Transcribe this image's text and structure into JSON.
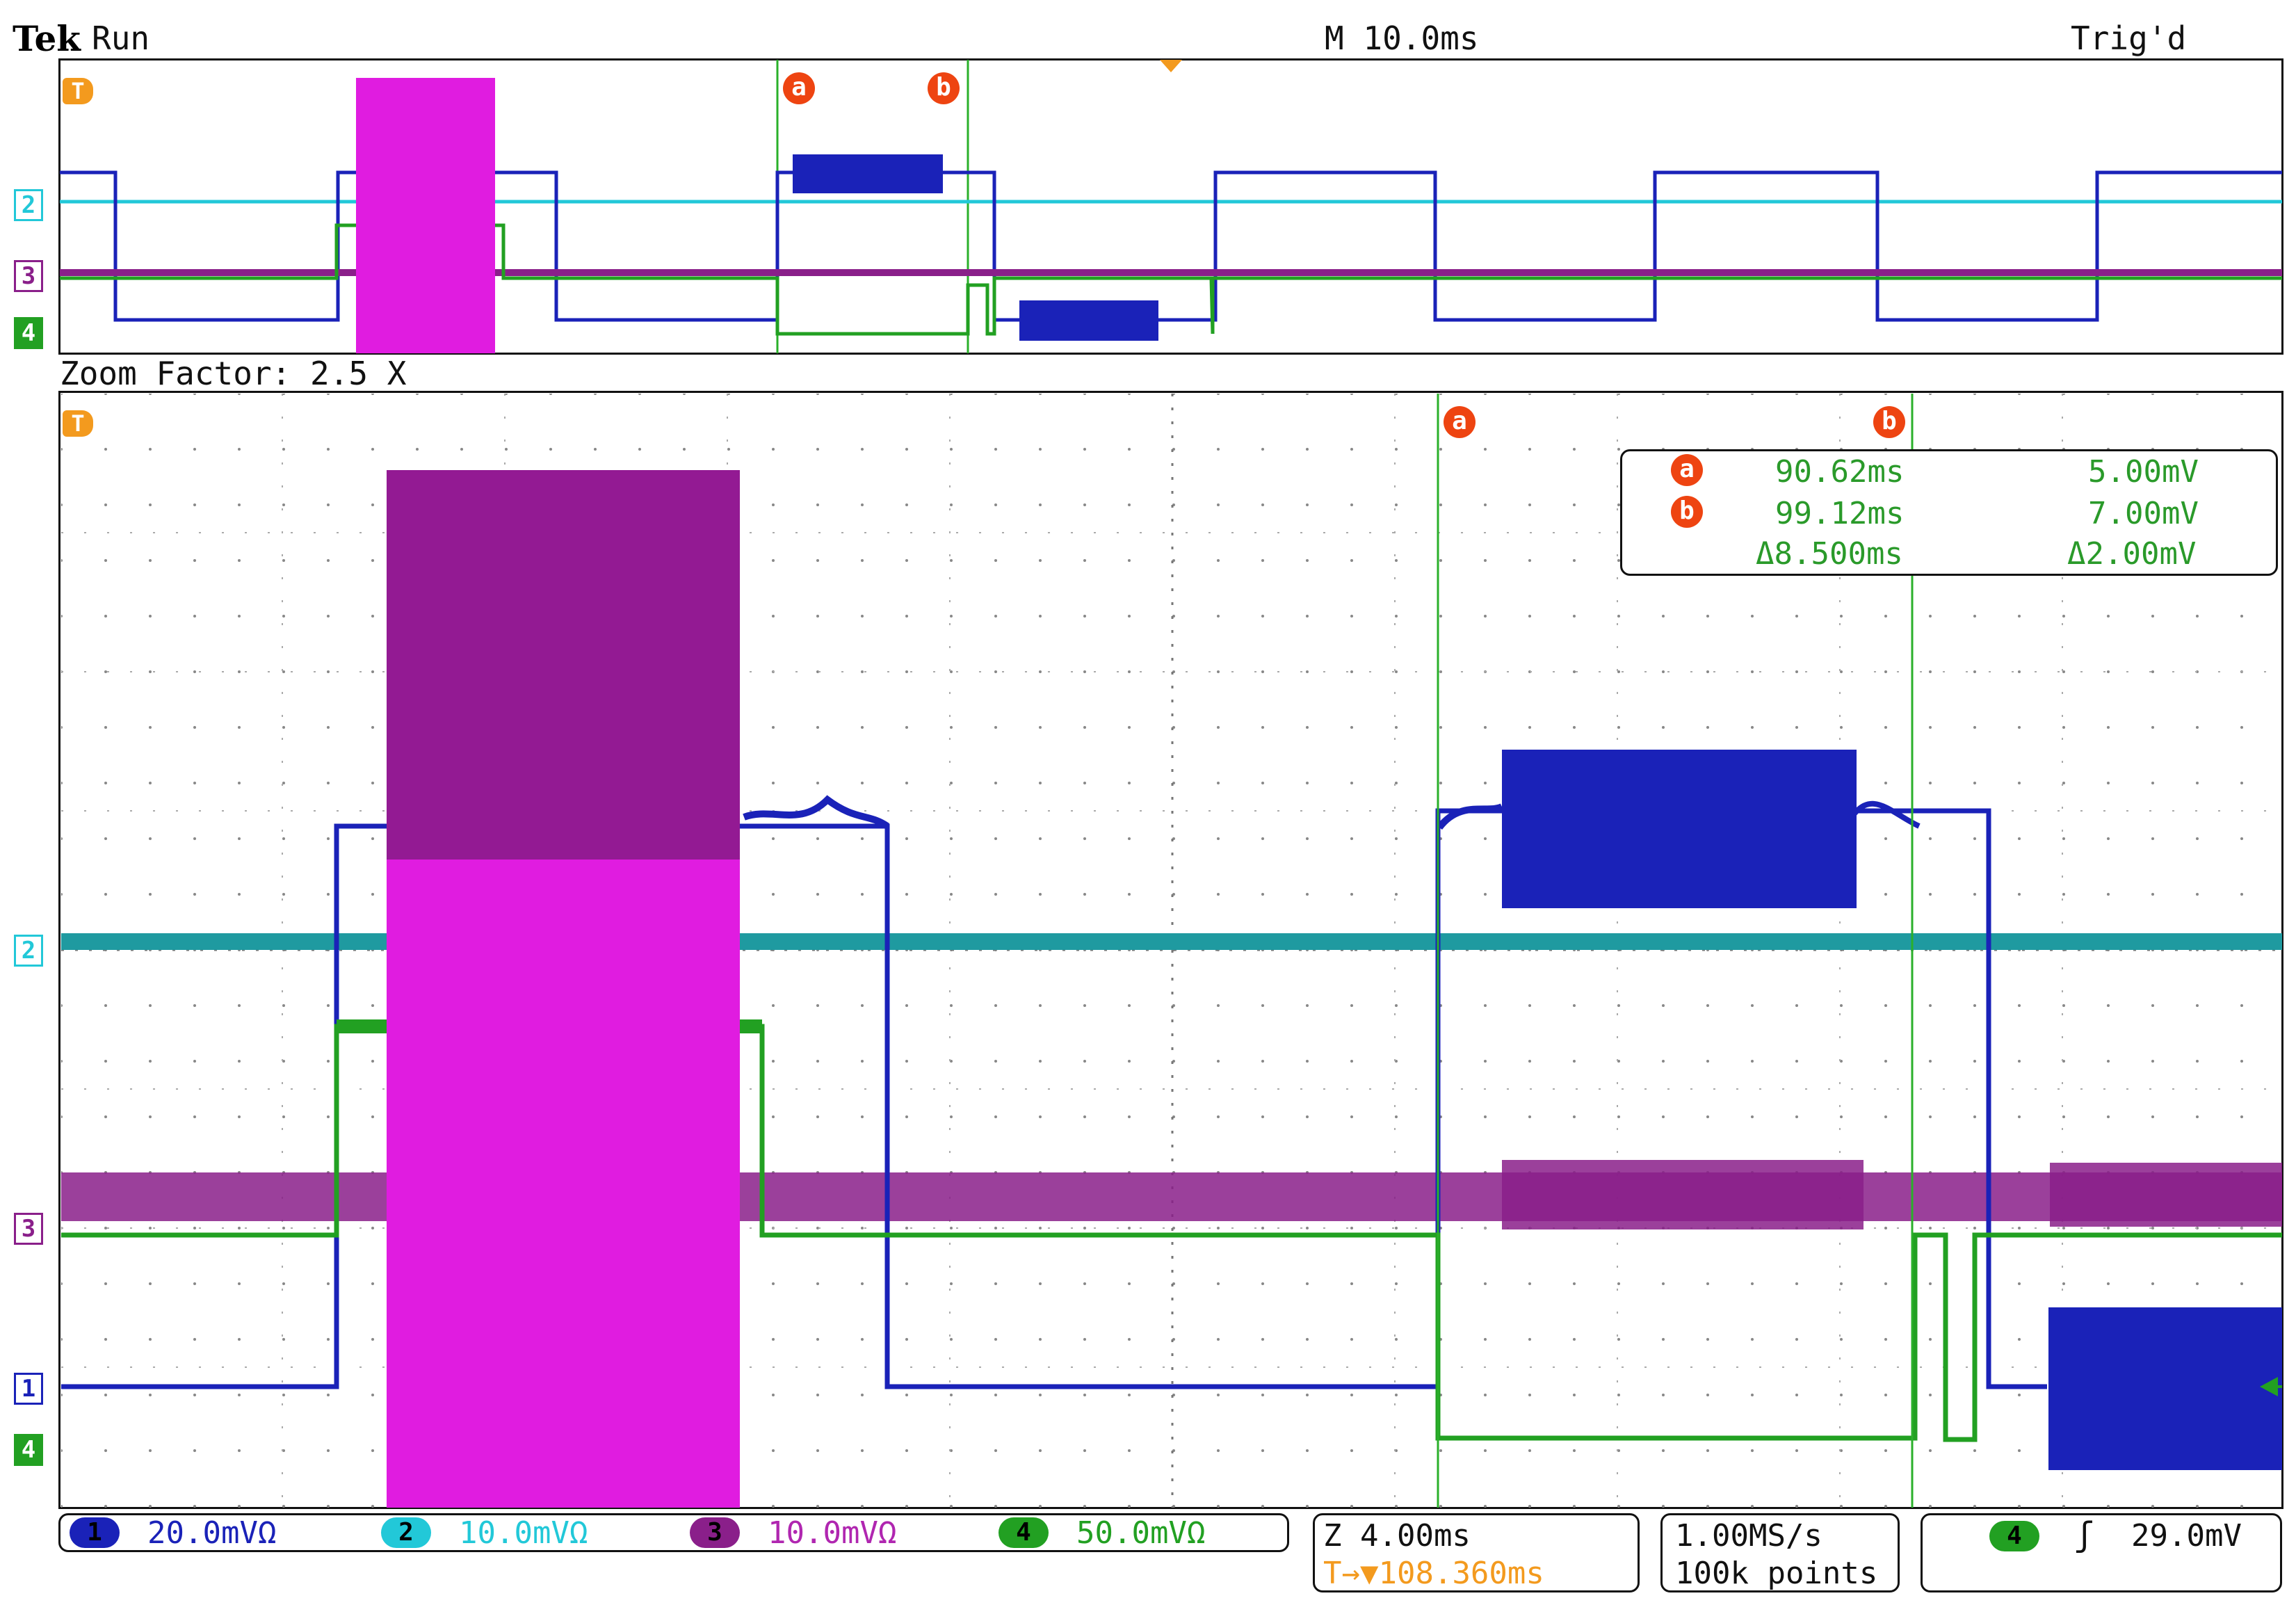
{
  "header": {
    "brand": "Tek",
    "state": "Run",
    "timebase": "M 10.0ms",
    "trigger_status": "Trig'd"
  },
  "zoom_label": "Zoom Factor: 2.5 X",
  "markers": {
    "trigger": "T",
    "cursor_a": "a",
    "cursor_b": "b"
  },
  "channel_markers": [
    "1",
    "2",
    "3",
    "4"
  ],
  "cursor_readout": {
    "a": {
      "label": "a",
      "time": "90.62ms",
      "value": "5.00mV"
    },
    "b": {
      "label": "b",
      "time": "99.12ms",
      "value": "7.00mV"
    },
    "delta": {
      "time": "Δ8.500ms",
      "value": "Δ2.00mV"
    }
  },
  "channels": [
    {
      "num": "1",
      "scale": "20.0mVΩ",
      "color": "#1a22b8"
    },
    {
      "num": "2",
      "scale": "10.0mVΩ",
      "color": "#22c8d8"
    },
    {
      "num": "3",
      "scale": "10.0mVΩ",
      "color": "#8a1f8a"
    },
    {
      "num": "4",
      "scale": "50.0mVΩ",
      "color": "#22a022"
    }
  ],
  "zoom_box": {
    "zoom_time": "Z 4.00ms",
    "trigger_pos": "108.360ms",
    "trigger_glyph": "T→▼"
  },
  "acq_box": {
    "rate": "1.00MS/s",
    "points": "100k points"
  },
  "trigger_box": {
    "channel": "4",
    "slope": "ʃ",
    "level": "29.0mV"
  },
  "colors": {
    "ch1": "#1a22b8",
    "ch2": "#22c8d8",
    "ch3": "#8a1f8a",
    "ch3_burst": "#e01ce0",
    "ch4": "#22a022",
    "cursor": "#2a9a2a",
    "trigger": "#f39a1e",
    "cursor_marker": "#ee4411"
  }
}
